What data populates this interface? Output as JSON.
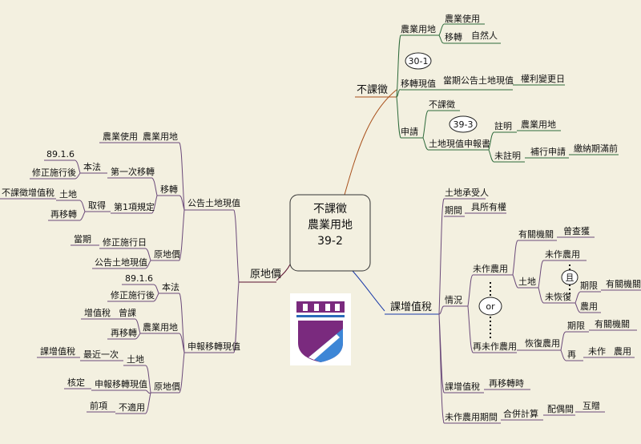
{
  "center": {
    "lines": [
      "不課徵",
      "農業用地",
      "39-2"
    ]
  },
  "colors": {
    "background": "#f3f0e0",
    "top_right": "#a84f1a",
    "right": "#1a3aa8",
    "left": "#5a1030",
    "leaf_green": "#2d6a3a",
    "leaf_purple": "#6b4a7a"
  },
  "top_right": {
    "label": "不課徵",
    "ag_land": {
      "label": "農業用地",
      "use": "農業使用",
      "transfer": "移轉",
      "natural_person": "自然人"
    },
    "transfer_value": {
      "label": "移轉現值",
      "bubble": "30-1",
      "announced": "當期公告土地現值",
      "rights_change": "權利變更日"
    },
    "apply": {
      "label": "申請",
      "no_tax": "不課徵",
      "report": "土地現值申報書",
      "bubble": "39-3",
      "note": "註明",
      "ag_land": "農業用地",
      "no_note": "未註明",
      "supplement": "補行申請",
      "deadline": "繳納期滿前"
    }
  },
  "right": {
    "label": "課增值稅",
    "items": {
      "heir": "土地承受人",
      "period": "期間",
      "own": "具所有權",
      "situation": "情況",
      "not_farming": "未作農用",
      "auth": "有關機關",
      "inspect": "曾查獲",
      "land": "土地",
      "not_farming2": "未作農用",
      "and_bubble": "且",
      "not_restored": "未恢復",
      "deadline": "期限",
      "auth2": "有關機關",
      "ag_use": "農用",
      "or_bubble": "or",
      "again_not": "再未作農用",
      "restore": "恢復農用",
      "deadline2": "期限",
      "auth3": "有關機關",
      "again": "再",
      "not_do": "未作",
      "ag_use2": "農用",
      "tax_land": "課增值稅",
      "retransfer": "再移轉時",
      "non_farm_period": "未作農用期間",
      "combined": "合併計算",
      "spouse": "配偶間",
      "gift": "互贈"
    }
  },
  "left": {
    "label": "原地價",
    "announced_value": {
      "label": "公告土地現值",
      "ag_land": "農業用地",
      "ag_use": "農業使用",
      "transfer": "移轉",
      "first_transfer": "第一次移轉",
      "this_law": "本法",
      "date": "89.1.6",
      "revised": "修正施行後",
      "para1": "第1項規定",
      "acquire": "取得",
      "land": "土地",
      "no_tax": "不課徵增值稅",
      "retransfer": "再移轉",
      "orig_price": "原地價",
      "revised_date": "修正施行日",
      "current": "當期",
      "announced": "公告土地現值"
    },
    "reported_value": {
      "label": "申報移轉現值",
      "this_law": "本法",
      "date": "89.1.6",
      "revised": "修正施行後",
      "ag_land": "農業用地",
      "paid": "曾課",
      "vat": "增值稅",
      "retransfer": "再移轉",
      "orig_price": "原地價",
      "land": "土地",
      "last": "最近一次",
      "tax_land": "課增值稅",
      "reported": "申報移轉現值",
      "verified": "核定",
      "not_applicable": "不適用",
      "prior": "前項"
    }
  },
  "logo": {
    "name": "logo"
  }
}
